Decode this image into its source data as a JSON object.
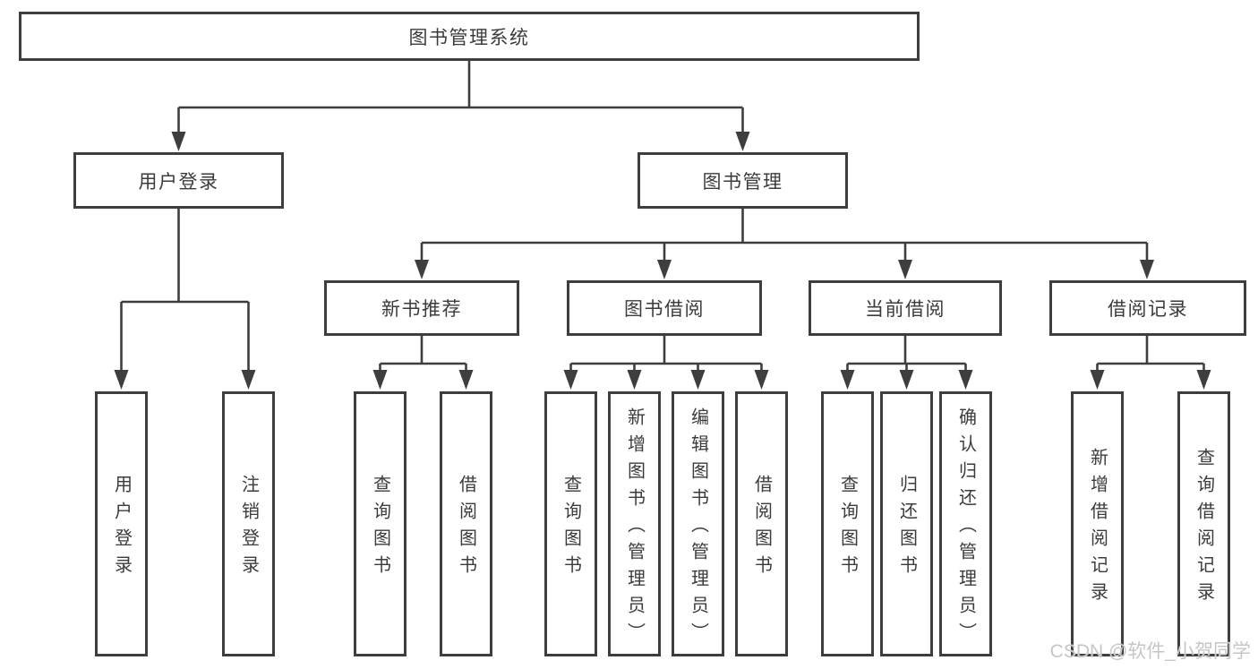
{
  "tree": {
    "root": {
      "label": "图书管理系统"
    },
    "branches": [
      {
        "label": "用户登录",
        "children": [
          {
            "label": "用户登录"
          },
          {
            "label": "注销登录"
          }
        ]
      },
      {
        "label": "图书管理",
        "children": [
          {
            "label": "新书推荐",
            "children": [
              {
                "label": "查询图书"
              },
              {
                "label": "借阅图书"
              }
            ]
          },
          {
            "label": "图书借阅",
            "children": [
              {
                "label": "查询图书"
              },
              {
                "label": "新增图书（管理员）"
              },
              {
                "label": "编辑图书（管理员）"
              },
              {
                "label": "借阅图书"
              }
            ]
          },
          {
            "label": "当前借阅",
            "children": [
              {
                "label": "查询图书"
              },
              {
                "label": "归还图书"
              },
              {
                "label": "确认归还（管理员）"
              }
            ]
          },
          {
            "label": "借阅记录",
            "children": [
              {
                "label": "新增借阅记录"
              },
              {
                "label": "查询借阅记录"
              }
            ]
          }
        ]
      }
    ]
  },
  "watermark": {
    "text": "CSDN @软件_小贺同学"
  },
  "colors": {
    "background": "#ffffff",
    "line": "#3e3e3e",
    "box_border": "#3e3e3e",
    "text": "#3b3b3b",
    "watermark": "#c6c6c6"
  }
}
